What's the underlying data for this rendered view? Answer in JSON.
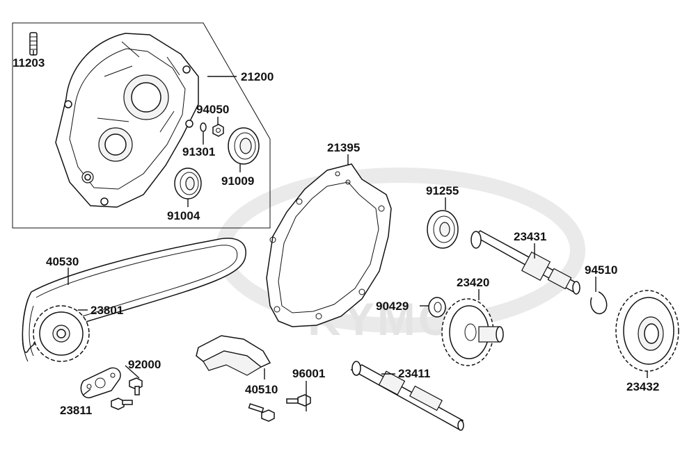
{
  "watermark": {
    "text": "KYMCO"
  },
  "parts": [
    {
      "id": "p11203",
      "number": "11203"
    },
    {
      "id": "p21200",
      "number": "21200"
    },
    {
      "id": "p94050",
      "number": "94050"
    },
    {
      "id": "p91301",
      "number": "91301"
    },
    {
      "id": "p91009",
      "number": "91009"
    },
    {
      "id": "p91004",
      "number": "91004"
    },
    {
      "id": "p21395",
      "number": "21395"
    },
    {
      "id": "p91255",
      "number": "91255"
    },
    {
      "id": "p23431",
      "number": "23431"
    },
    {
      "id": "p94510",
      "number": "94510"
    },
    {
      "id": "p23420",
      "number": "23420"
    },
    {
      "id": "p90429",
      "number": "90429"
    },
    {
      "id": "p23432",
      "number": "23432"
    },
    {
      "id": "p40530",
      "number": "40530"
    },
    {
      "id": "p23801",
      "number": "23801"
    },
    {
      "id": "p92000",
      "number": "92000"
    },
    {
      "id": "p23811",
      "number": "23811"
    },
    {
      "id": "p40510",
      "number": "40510"
    },
    {
      "id": "p96001",
      "number": "96001"
    },
    {
      "id": "p23411",
      "number": "23411"
    }
  ]
}
